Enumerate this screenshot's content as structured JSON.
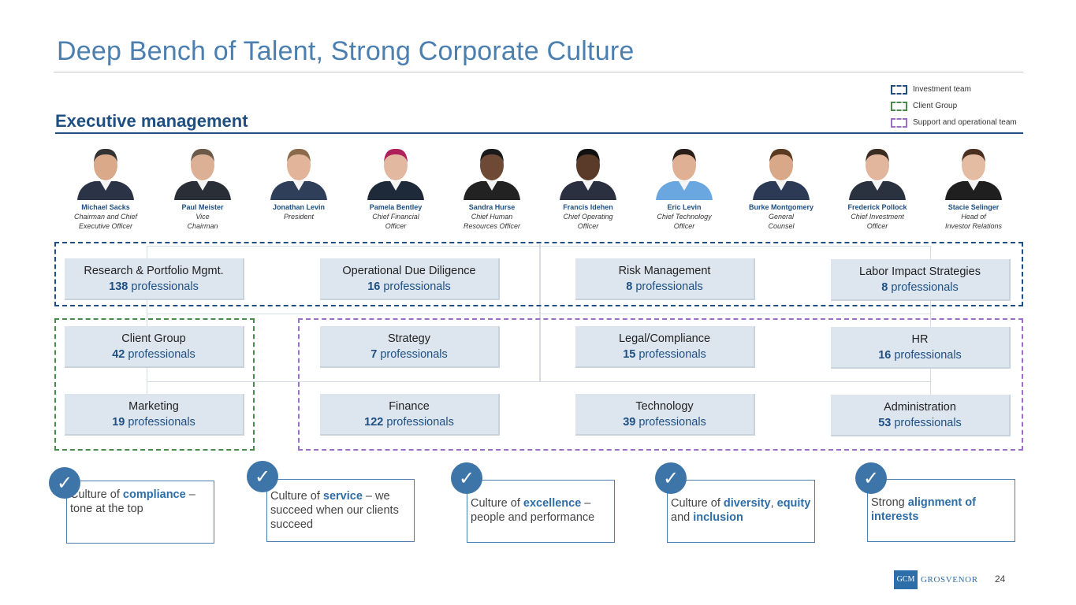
{
  "title": "Deep Bench of Talent, Strong Corporate Culture",
  "section": "Executive management",
  "legend": [
    {
      "label": "Investment team",
      "color": "#1f4f82"
    },
    {
      "label": "Client Group",
      "color": "#4a8a4a"
    },
    {
      "label": "Support and operational team",
      "color": "#9b6fc4"
    }
  ],
  "executives": [
    {
      "name": "Michael Sacks",
      "title1": "Chairman and Chief",
      "title2": "Executive Officer"
    },
    {
      "name": "Paul Meister",
      "title1": "Vice",
      "title2": "Chairman"
    },
    {
      "name": "Jonathan Levin",
      "title1": "President",
      "title2": ""
    },
    {
      "name": "Pamela Bentley",
      "title1": "Chief Financial",
      "title2": "Officer"
    },
    {
      "name": "Sandra Hurse",
      "title1": "Chief Human",
      "title2": "Resources Officer"
    },
    {
      "name": "Francis Idehen",
      "title1": "Chief Operating",
      "title2": "Officer"
    },
    {
      "name": "Eric Levin",
      "title1": "Chief Technology",
      "title2": "Officer"
    },
    {
      "name": "Burke Montgomery",
      "title1": "General",
      "title2": "Counsel"
    },
    {
      "name": "Frederick Pollock",
      "title1": "Chief Investment",
      "title2": "Officer"
    },
    {
      "name": "Stacie Selinger",
      "title1": "Head of",
      "title2": "Investor Relations"
    }
  ],
  "departments": [
    {
      "name": "Research & Portfolio Mgmt.",
      "count": "138",
      "unit": "professionals"
    },
    {
      "name": "Operational Due Diligence",
      "count": "16",
      "unit": "professionals"
    },
    {
      "name": "Risk Management",
      "count": "8",
      "unit": "professionals"
    },
    {
      "name": "Labor Impact Strategies",
      "count": "8",
      "unit": "professionals"
    },
    {
      "name": "Client Group",
      "count": "42",
      "unit": "professionals"
    },
    {
      "name": "Strategy",
      "count": "7",
      "unit": "professionals"
    },
    {
      "name": "Legal/Compliance",
      "count": "15",
      "unit": "professionals"
    },
    {
      "name": "HR",
      "count": "16",
      "unit": "professionals"
    },
    {
      "name": "Marketing",
      "count": "19",
      "unit": "professionals"
    },
    {
      "name": "Finance",
      "count": "122",
      "unit": "professionals"
    },
    {
      "name": "Technology",
      "count": "39",
      "unit": "professionals"
    },
    {
      "name": "Administration",
      "count": "53",
      "unit": "professionals"
    }
  ],
  "culture": [
    {
      "pre": "Culture of ",
      "hl": "compliance",
      "post": " – tone at the top"
    },
    {
      "pre": "Culture of ",
      "hl": "service",
      "post": " – we succeed when our clients succeed"
    },
    {
      "pre": "Culture of ",
      "hl": "excellence",
      "post": " – people and performance"
    },
    {
      "pre": "Culture of ",
      "hl": "diversity",
      "mid": ", ",
      "hl2": "equity",
      "mid2": " and ",
      "hl3": "inclusion"
    },
    {
      "pre": "Strong ",
      "hl": "alignment of interests",
      "post": ""
    }
  ],
  "check_glyph": "✓",
  "logo": {
    "box": "GCM",
    "text": "GROSVENOR"
  },
  "page_number": "24"
}
